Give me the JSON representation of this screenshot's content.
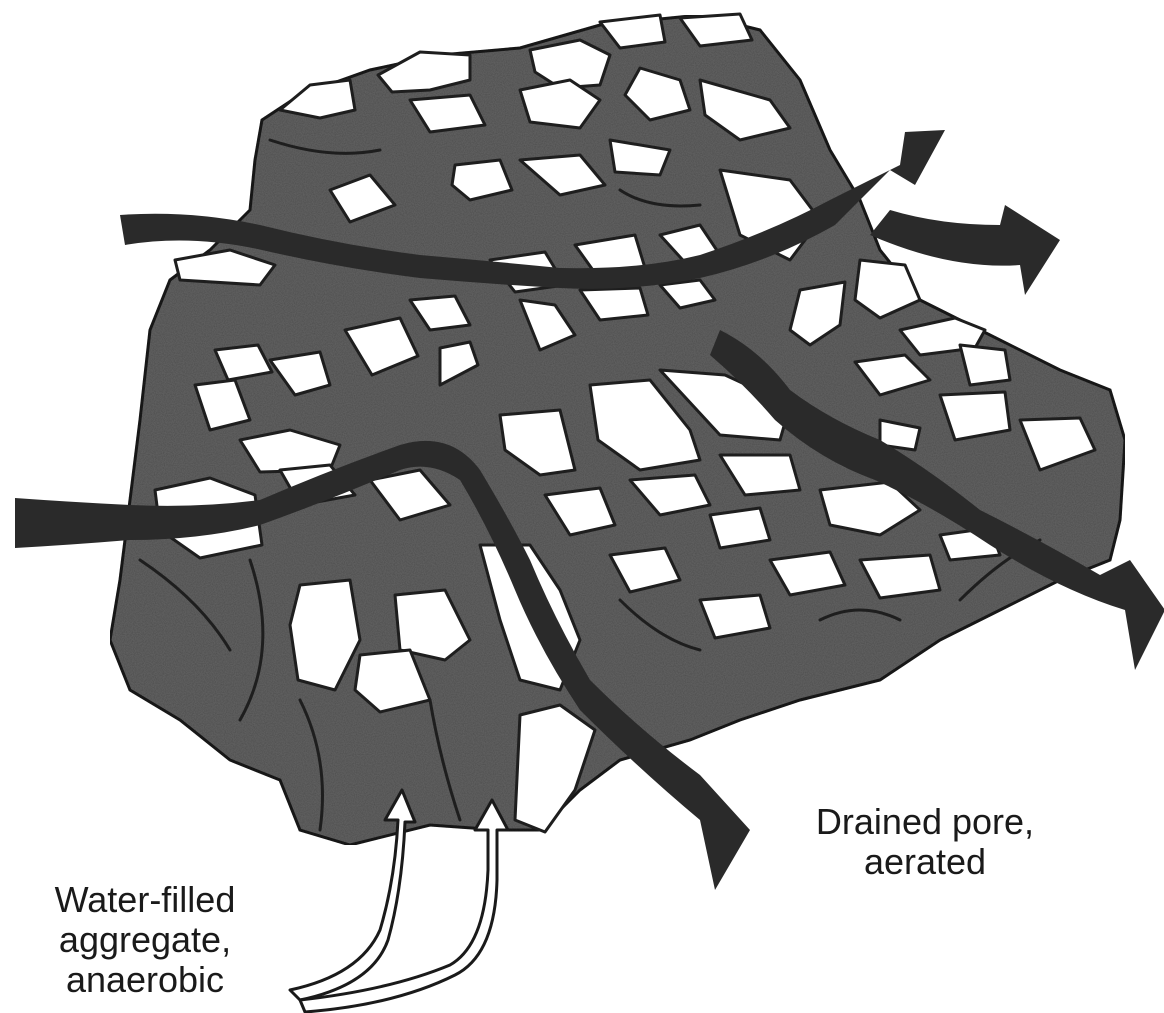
{
  "labels": {
    "drained_pore_line1": "Drained pore,",
    "drained_pore_line2": "aerated",
    "water_filled_line1": "Water-filled",
    "water_filled_line2": "aggregate,",
    "water_filled_line3": "anaerobic"
  },
  "colors": {
    "aggregate_fill": "#5f5f5f",
    "pore_fill": "#ffffff",
    "pore_outline": "#1e1e1e",
    "channel": "#2a2a2a",
    "text": "#1a1a1a"
  }
}
